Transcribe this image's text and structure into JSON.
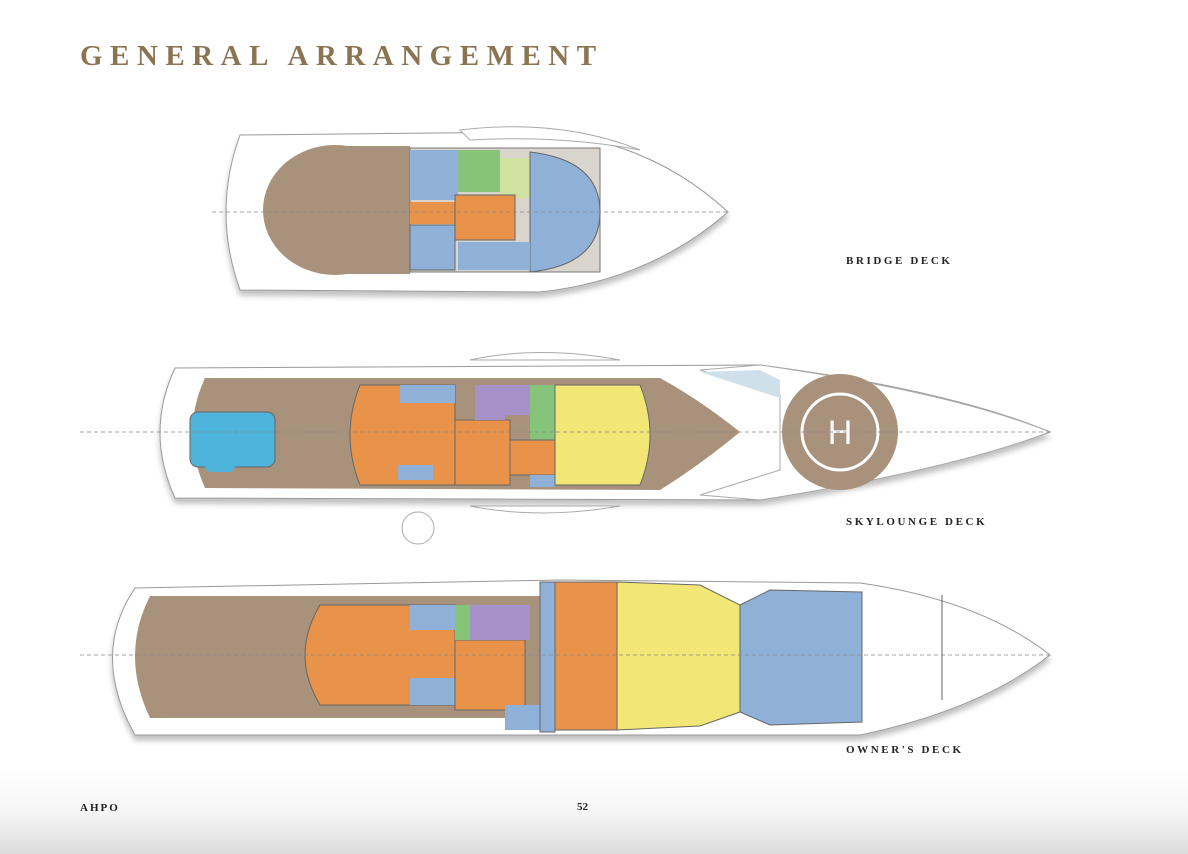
{
  "page": {
    "title": "GENERAL ARRANGEMENT",
    "footer_brand": "AHPO",
    "page_number": "52"
  },
  "decks": [
    {
      "label": "BRIDGE DECK"
    },
    {
      "label": "SKYLOUNGE DECK"
    },
    {
      "label": "OWNER'S DECK"
    }
  ],
  "helipad": {
    "mark": "H"
  },
  "colors": {
    "title": "#8b7452",
    "deck_tan": "#a8927c",
    "orange": "#e8924a",
    "yellow": "#f2e676",
    "blue": "#8fb1d8",
    "green": "#86c47a",
    "purple": "#a692c8",
    "pool": "#4fb4dc"
  }
}
